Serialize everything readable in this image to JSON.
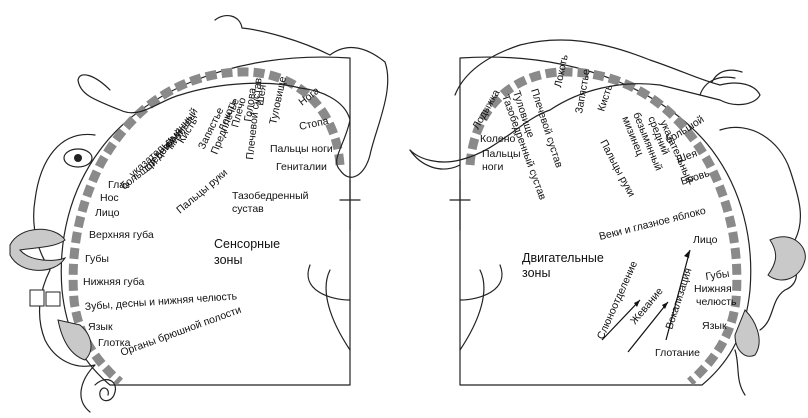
{
  "sensory": {
    "title_line1": "Сенсорные",
    "title_line2": "зоны",
    "labels": [
      "Нога",
      "Стопа",
      "Пальцы ноги",
      "Гениталии",
      "Туловище",
      "Шея",
      "Голова",
      "Плечевой сустав",
      "Плечо",
      "Локоть",
      "Предплечье",
      "Запястье",
      "Кисть",
      "мизинец",
      "безымянный",
      "средний",
      "указательный",
      "большой",
      "Пальцы руки",
      "Глаз",
      "Нос",
      "Лицо",
      "Верхняя губа",
      "Губы",
      "Нижняя губа",
      "Зубы, десны и нижняя челюсть",
      "Язык",
      "Глотка",
      "Органы брюшной полости",
      "Тазобедренный",
      "сустав"
    ]
  },
  "motor": {
    "title_line1": "Двигательные",
    "title_line2": "зоны",
    "labels": [
      "Лодыжка",
      "Колено",
      "Пальцы",
      "ноги",
      "Тазобедренный сустав",
      "Туловище",
      "Плечевой сустав",
      "Локоть",
      "Запястье",
      "Кисть",
      "мизинец",
      "безымянный",
      "средний",
      "указательный",
      "большой",
      "Пальцы руки",
      "Шея",
      "Бровь",
      "Веки и глазное яблоко",
      "Лицо",
      "Губы",
      "Нижняя",
      "челюсть",
      "Язык",
      "Глотание",
      "Слюноотделение",
      "Жевание",
      "Вокализация"
    ]
  }
}
